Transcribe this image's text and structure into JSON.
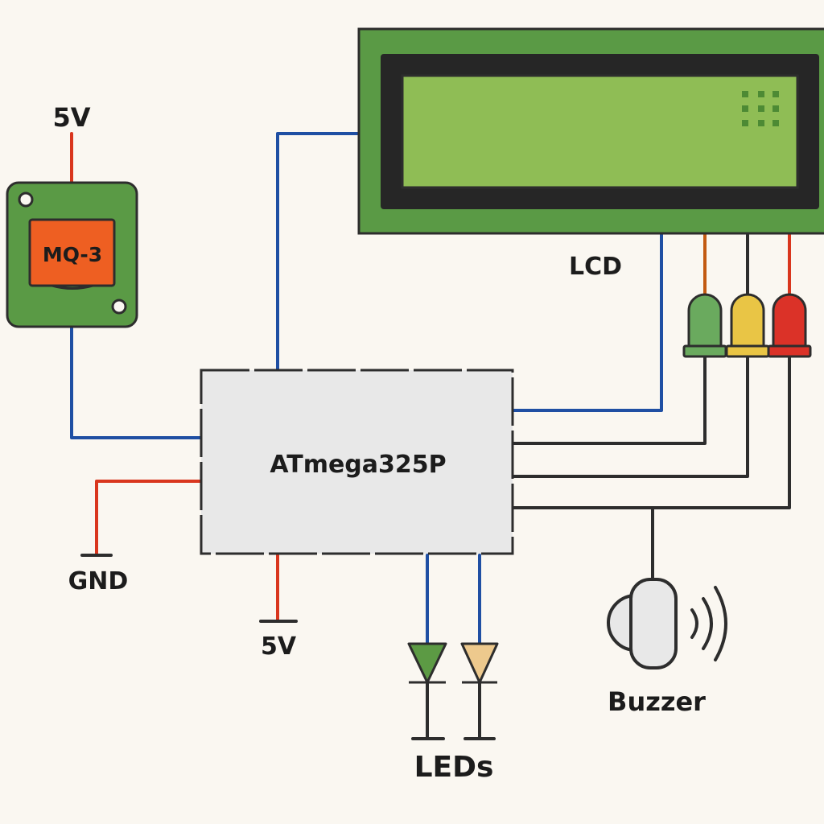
{
  "labels": {
    "mq3_supply": "5V",
    "mq3": "MQ-3",
    "lcd": "LCD",
    "mcu": "ATmega325P",
    "gnd": "GND",
    "mcu_supply": "5V",
    "leds": "LEDs",
    "buzzer": "Buzzer"
  },
  "colors": {
    "background": "#faf7f1",
    "wire_blue": "#1f4fa3",
    "wire_red": "#d9361e",
    "wire_black": "#2d2d2d",
    "wire_orange": "#c25a12",
    "pcb_green": "#5a9a45",
    "lcd_screen": "#8fbd55",
    "sensor_orange": "#ee5f22",
    "chip_gray": "#e8e8e8",
    "led_green": "#6aaa5e",
    "led_yellow": "#e9c545",
    "led_red": "#db3228",
    "diode_green": "#5c9a44",
    "diode_tan": "#edc98d"
  }
}
